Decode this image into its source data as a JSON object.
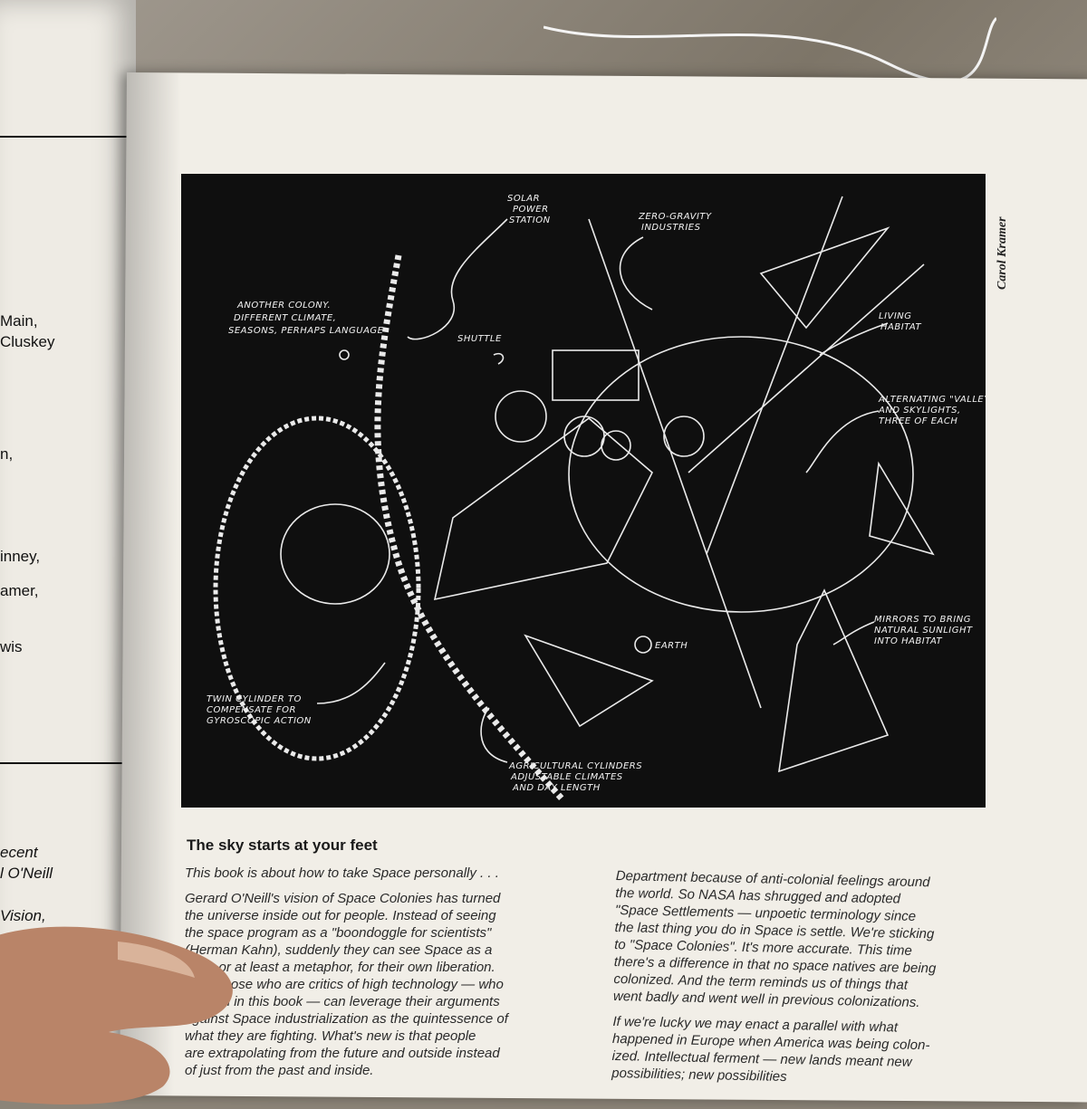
{
  "left_page": {
    "lines": [
      "Main,",
      "Cluskey",
      "n,",
      "inney,",
      "amer,",
      "wis"
    ],
    "italic_lines": [
      "ecent",
      "l O'Neill",
      "Vision,"
    ]
  },
  "credit": "Carol Kramer",
  "illustration": {
    "labels": {
      "solar": [
        "SOLAR",
        "POWER",
        "STATION"
      ],
      "zero_g": [
        "ZERO-GRAVITY",
        "INDUSTRIES"
      ],
      "another_colony": [
        "ANOTHER COLONY.",
        "DIFFERENT CLIMATE,",
        "SEASONS, PERHAPS LANGUAGE"
      ],
      "shuttle": "SHUTTLE",
      "living": [
        "LIVING",
        "HABITAT"
      ],
      "valleys": [
        "ALTERNATING \"VALLEYS\"",
        "AND SKYLIGHTS,",
        "THREE OF EACH"
      ],
      "mirrors": [
        "MIRRORS TO BRING",
        "NATURAL SUNLIGHT",
        "INTO HABITAT"
      ],
      "earth": "EARTH",
      "twin": [
        "TWIN CYLINDER TO",
        "COMPENSATE FOR",
        "GYROSCOPIC ACTION"
      ],
      "agri": [
        "AGRICULTURAL CYLINDERS",
        "ADJUSTABLE CLIMATES",
        "AND DAY LENGTH"
      ]
    }
  },
  "article": {
    "heading": "The sky starts at your feet",
    "left_column": [
      "This book is about how to take Space personally . . .",
      "Gerard O'Neill's vision of Space Colonies has turned",
      "the universe inside out for people.  Instead of seeing",
      "the space program as a \"boondoggle for scientists\"",
      "(Herman Kahn), suddenly they can see Space as a",
      "path, or at least a metaphor, for their own liberation.",
      "Even those who are critics of high technology — who",
      "abound in this book — can leverage their arguments",
      "against Space industrialization as the quintessence of",
      "what they are fighting.  What's new is that people",
      "are extrapolating from the future and outside instead",
      "of just from the past and inside."
    ],
    "right_column_p1": [
      "Department because of anti-colonial feelings around",
      "the world.  So NASA has shrugged and adopted",
      "\"Space Settlements — unpoetic terminology since",
      "the last thing you do in Space is settle.  We're sticking",
      "to \"Space Colonies\".  It's more accurate.  This time",
      "there's a difference in that no space natives are being",
      "colonized.  And the term reminds us of things that",
      "went badly and went well in previous colonizations."
    ],
    "right_column_p2": [
      "If we're lucky we may enact a parallel with what",
      "happened in Europe when America was being colon-",
      "ized.  Intellectual ferment — new lands meant new",
      "possibilities; new possibilities"
    ]
  }
}
